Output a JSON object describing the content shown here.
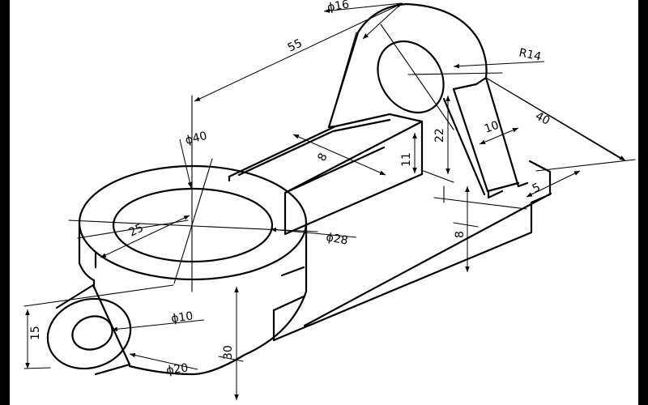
{
  "drawing": {
    "background_color": "#000000",
    "paper_color": "#ffffff",
    "line_color": "#000000"
  },
  "dimensions": {
    "d16": "ϕ16",
    "r14": "R14",
    "d55": "55",
    "d40": "40",
    "d10": "10",
    "d22": "22",
    "d11": "11",
    "d8_top": "8",
    "d5": "5",
    "d8_side": "8",
    "phi40": "ϕ40",
    "d25": "25",
    "phi28": "ϕ28",
    "phi10": "ϕ10",
    "phi20": "ϕ20",
    "d15": "15",
    "d30": "30"
  }
}
